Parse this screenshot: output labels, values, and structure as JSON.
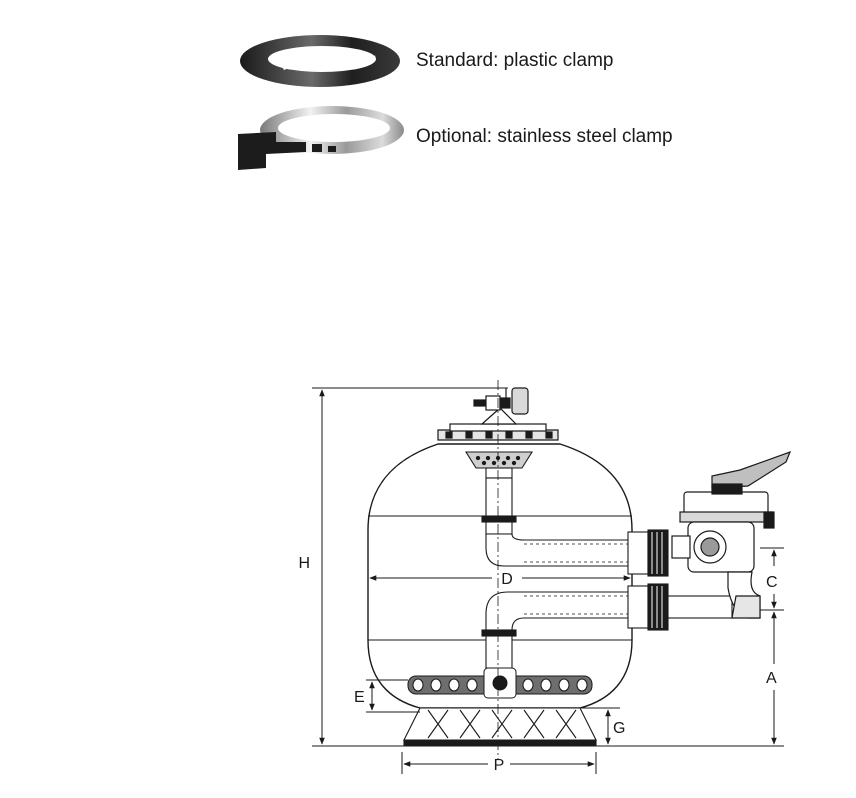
{
  "legend": {
    "standard": {
      "label": "Standard: plastic clamp",
      "icon": "plastic-clamp-icon",
      "color": "#2b2b2b"
    },
    "optional": {
      "label": "Optional: stainless steel clamp",
      "icon": "stainless-steel-clamp-icon",
      "color": "#9a9a9a"
    }
  },
  "dimensions": {
    "H": "H",
    "D": "D",
    "C": "C",
    "A": "A",
    "E": "E",
    "G": "G",
    "P": "P"
  }
}
